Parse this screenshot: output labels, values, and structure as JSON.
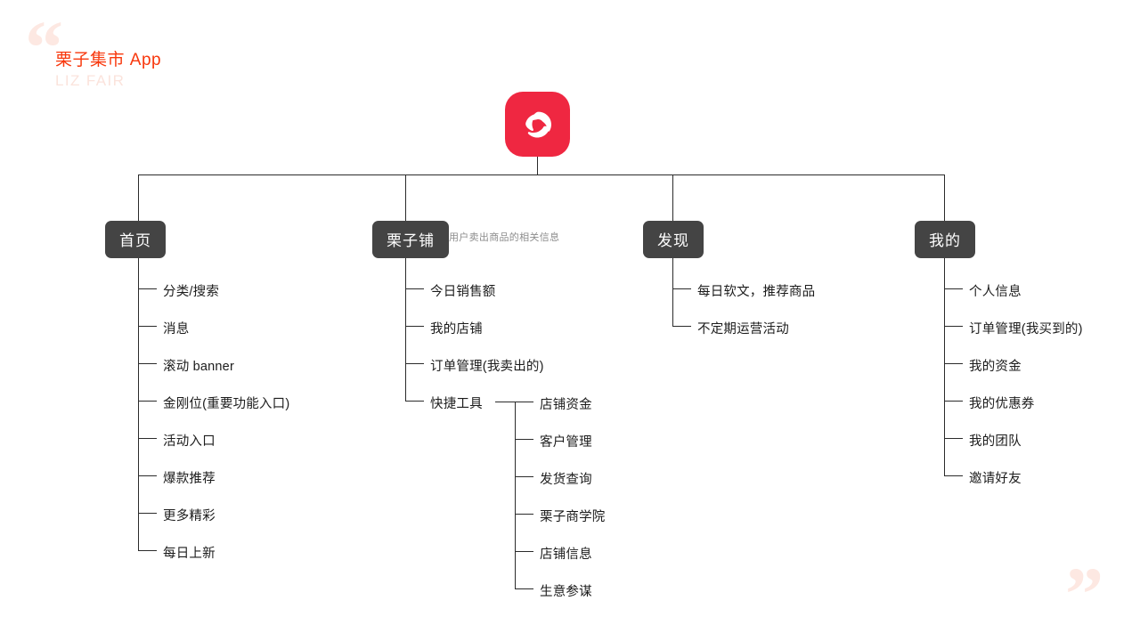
{
  "header": {
    "title": "栗子集市 App",
    "subtitle": "LIZ FAIR",
    "quote_open": "“",
    "quote_close": "”"
  },
  "root": {
    "icon_name": "app-logo-swirl",
    "brand_color": "#ef2741",
    "accent_color": "#f8380d"
  },
  "branches": [
    {
      "label": "首页",
      "note": "",
      "items": [
        {
          "label": "分类/搜索"
        },
        {
          "label": "消息"
        },
        {
          "label": "滚动 banner"
        },
        {
          "label": "金刚位(重要功能入口)"
        },
        {
          "label": "活动入口"
        },
        {
          "label": "爆款推荐"
        },
        {
          "label": "更多精彩"
        },
        {
          "label": "每日上新"
        }
      ]
    },
    {
      "label": "栗子铺",
      "note": "用户卖出商品的相关信息",
      "items": [
        {
          "label": "今日销售额"
        },
        {
          "label": "我的店铺"
        },
        {
          "label": "订单管理(我卖出的)"
        },
        {
          "label": "快捷工具"
        }
      ],
      "subitems": [
        {
          "label": "店铺资金"
        },
        {
          "label": "客户管理"
        },
        {
          "label": "发货查询"
        },
        {
          "label": "栗子商学院"
        },
        {
          "label": "店铺信息"
        },
        {
          "label": "生意参谋"
        }
      ]
    },
    {
      "label": "发现",
      "note": "",
      "items": [
        {
          "label": "每日软文，推荐商品"
        },
        {
          "label": "不定期运营活动"
        }
      ]
    },
    {
      "label": "我的",
      "note": "",
      "items": [
        {
          "label": "个人信息"
        },
        {
          "label": "订单管理(我买到的)"
        },
        {
          "label": "我的资金"
        },
        {
          "label": "我的优惠券"
        },
        {
          "label": "我的团队"
        },
        {
          "label": "邀请好友"
        }
      ]
    }
  ]
}
